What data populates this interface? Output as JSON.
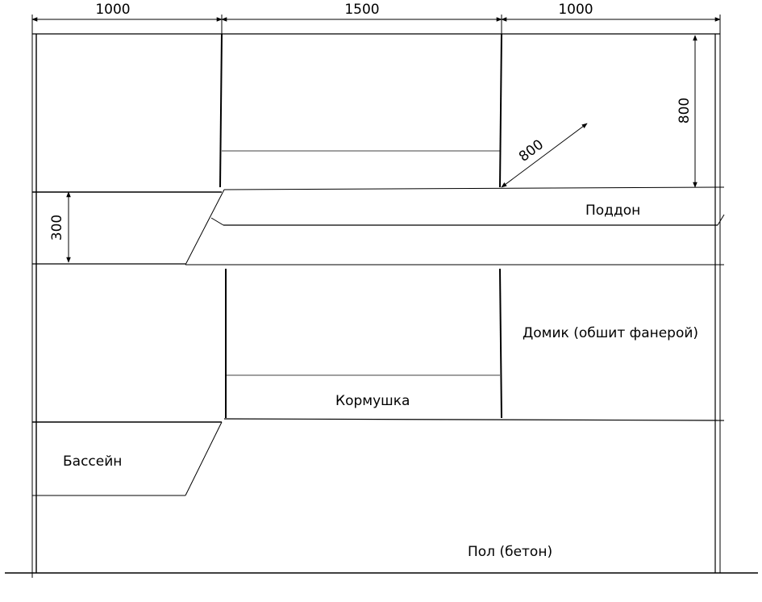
{
  "dimensions": {
    "left_width": "1000",
    "middle_width": "1500",
    "right_width": "1000",
    "upper_height": "800",
    "diagonal": "800",
    "tray_height": "300"
  },
  "labels": {
    "tray": "Поддон",
    "house": "Домик (обшит фанерой)",
    "feeder": "Кормушка",
    "pool": "Бассейн",
    "floor": "Пол (бетон)"
  },
  "colors": {
    "line": "#000000",
    "background": "#ffffff"
  }
}
